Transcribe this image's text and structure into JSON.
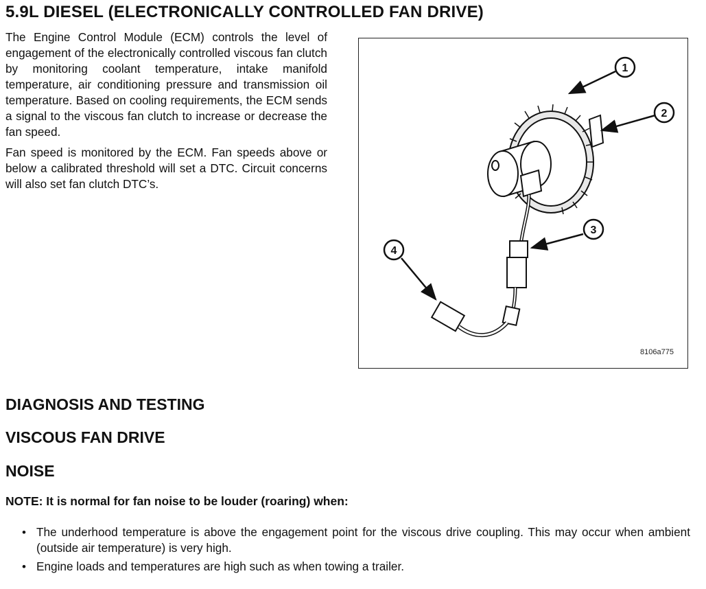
{
  "title": "5.9L DIESEL (ELECTRONICALLY CONTROLLED FAN DRIVE)",
  "intro": {
    "p1": "The Engine Control Module (ECM) controls the level of engagement of the electronically controlled viscous fan clutch by monitoring coolant temperature, intake manifold temperature, air conditioning pressure and transmission oil temperature. Based on cooling requirements, the ECM sends a signal to the viscous fan clutch to increase or decrease the fan speed.",
    "p2": "Fan speed is monitored by the ECM. Fan speeds above or below a calibrated threshold will set a DTC. Circuit concerns will also set fan clutch DTC’s."
  },
  "figure": {
    "callouts": [
      "1",
      "2",
      "3",
      "4"
    ],
    "id": "8106a775"
  },
  "headings": {
    "diagnosis": "DIAGNOSIS AND TESTING",
    "viscous": "VISCOUS FAN DRIVE",
    "noise": "NOISE"
  },
  "note": "NOTE: It is normal for fan noise to be louder (roaring) when:",
  "bullets": [
    "The underhood temperature is above the engagement point for the viscous drive coupling. This may occur when ambient (outside air temperature) is very high.",
    "Engine loads and temperatures are high such as when towing a trailer."
  ]
}
